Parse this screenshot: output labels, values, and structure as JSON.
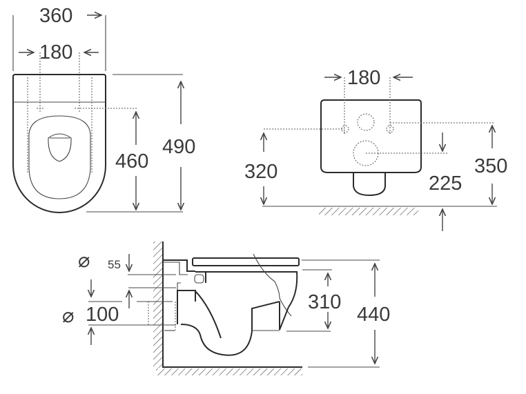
{
  "top_view": {
    "width_total": "360",
    "fixing_distance": "180",
    "bolt_to_front": "460",
    "length_total": "490"
  },
  "front_view": {
    "fixing_distance": "180",
    "bolt_height": "320",
    "outlet_height": "225",
    "total_height": "350"
  },
  "side_view": {
    "inlet_symbol": "⌀",
    "inlet_diameter": "55",
    "outlet_symbol": "⌀",
    "outlet_diameter": "100",
    "bowl_height": "310",
    "rim_height": "440"
  }
}
